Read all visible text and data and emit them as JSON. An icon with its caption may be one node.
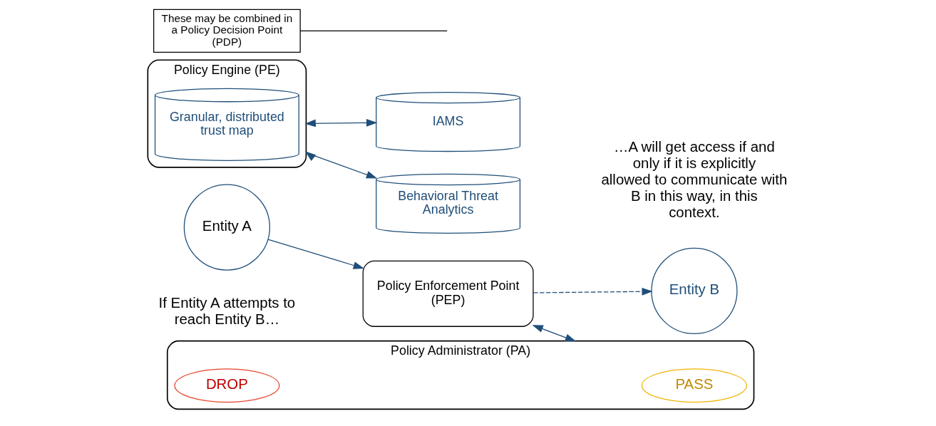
{
  "diagram": {
    "nodes": [
      {
        "text": [
          "Entity A"
        ]
      },
      {
        "text": [
          "Policy Enforcement Point (PEP)"
        ]
      },
      {
        "text": [
          "Entity B"
        ]
      },
      {
        "text": [
          "Policy Administrator (PA)"
        ]
      },
      {
        "text": [
          "PASS"
        ],
        "in": 3
      },
      {
        "text": [
          "DROP"
        ],
        "in": 3
      },
      {
        "text": [
          "Policy Engine (PE)"
        ]
      },
      {
        "text": [
          "Granular, distributed trust map"
        ],
        "in": 6
      },
      {
        "text": [
          "IAMS"
        ]
      },
      {
        "text": [
          "Behavioral Threat Analytics"
        ]
      },
      {
        "text": [
          "These may be combined in a Policy Decision Point (PDP)"
        ]
      }
    ],
    "edges": [
      {
        "from": 0,
        "to": 1,
        "arrow": "to"
      },
      {
        "from": 1,
        "to": 2,
        "arrow": "to",
        "style": "dashed"
      },
      {
        "from": 1,
        "to": 3,
        "arrow": "both"
      },
      {
        "from": 6,
        "to": 8,
        "arrow": "both"
      },
      {
        "from": 6,
        "to": 9,
        "arrow": "both"
      },
      {
        "from": 10,
        "to": null,
        "arrow": "none",
        "color": "#000000"
      }
    ],
    "labels": [
      "If Entity A attempts to reach Entity B…",
      "…A will get access if and only if it is explicitly allowed to communicate with B in this way, in this context."
    ]
  }
}
